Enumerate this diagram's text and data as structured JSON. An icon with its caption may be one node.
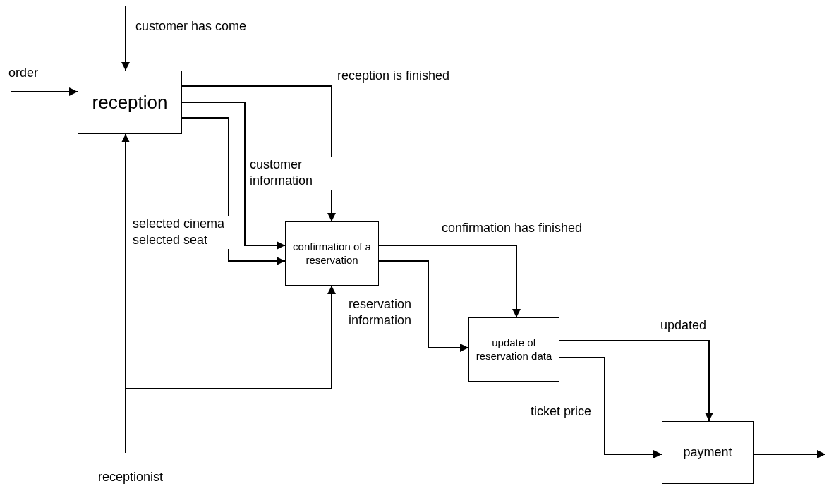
{
  "diagram": {
    "nodes": [
      {
        "text": [
          "reception"
        ]
      },
      {
        "text": [
          "confirmation of a reservation"
        ]
      },
      {
        "text": [
          "update of reservation data"
        ]
      },
      {
        "text": [
          "payment"
        ]
      },
      {
        "text": [
          "receptionist"
        ]
      }
    ],
    "edges": [
      {
        "from": null,
        "to": 0,
        "arrow": "to",
        "label": "customer has come"
      },
      {
        "from": null,
        "to": 0,
        "arrow": "to",
        "label": "order"
      },
      {
        "from": 0,
        "to": 1,
        "arrow": "to",
        "label": "reception is finished"
      },
      {
        "from": 0,
        "to": 1,
        "arrow": "to",
        "label": "customer information"
      },
      {
        "from": 0,
        "to": 1,
        "arrow": "to",
        "label": "selected cinema selected seat"
      },
      {
        "from": 1,
        "to": 2,
        "arrow": "to",
        "label": "confirmation has finished"
      },
      {
        "from": 1,
        "to": 2,
        "arrow": "to",
        "label": "reservation information"
      },
      {
        "from": 2,
        "to": 3,
        "arrow": "to",
        "label": "updated"
      },
      {
        "from": 2,
        "to": 3,
        "arrow": "to",
        "label": "ticket price"
      },
      {
        "from": 3,
        "to": null,
        "arrow": "to"
      },
      {
        "from": 4,
        "to": 0,
        "arrow": "to"
      },
      {
        "from": 4,
        "to": 1,
        "arrow": "to"
      }
    ]
  }
}
